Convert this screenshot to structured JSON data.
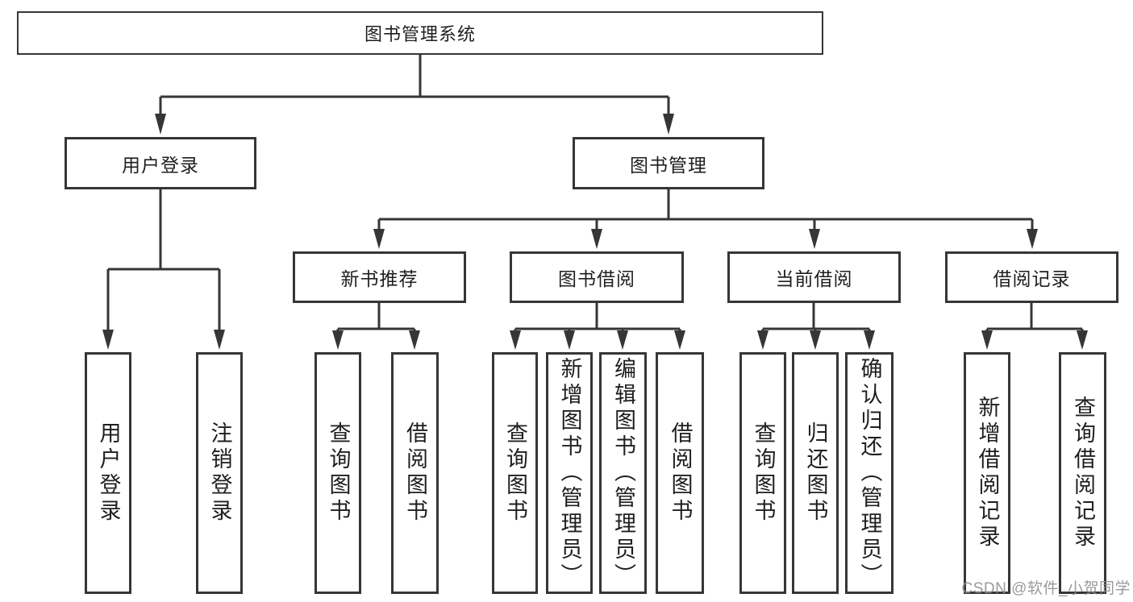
{
  "diagram": {
    "root": {
      "label": "图书管理系统"
    },
    "branches": [
      {
        "label": "用户登录",
        "children": [
          {
            "label": "用户登录"
          },
          {
            "label": "注销登录"
          }
        ]
      },
      {
        "label": "图书管理",
        "sections": [
          {
            "label": "新书推荐",
            "children": [
              {
                "label": "查询图书"
              },
              {
                "label": "借阅图书"
              }
            ]
          },
          {
            "label": "图书借阅",
            "children": [
              {
                "label": "查询图书"
              },
              {
                "label": "新增图书（管理员）"
              },
              {
                "label": "编辑图书（管理员）"
              },
              {
                "label": "借阅图书"
              }
            ]
          },
          {
            "label": "当前借阅",
            "children": [
              {
                "label": "查询图书"
              },
              {
                "label": "归还图书"
              },
              {
                "label": "确认归还（管理员）"
              }
            ]
          },
          {
            "label": "借阅记录",
            "children": [
              {
                "label": "新增借阅记录"
              },
              {
                "label": "查询借阅记录"
              }
            ]
          }
        ]
      }
    ]
  },
  "watermark": {
    "text": "CSDN @软件_小贺同学"
  },
  "colors": {
    "line": "#363636",
    "text": "#1f1f1f",
    "background": "#ffffff",
    "watermark": "#8f8f8f"
  }
}
